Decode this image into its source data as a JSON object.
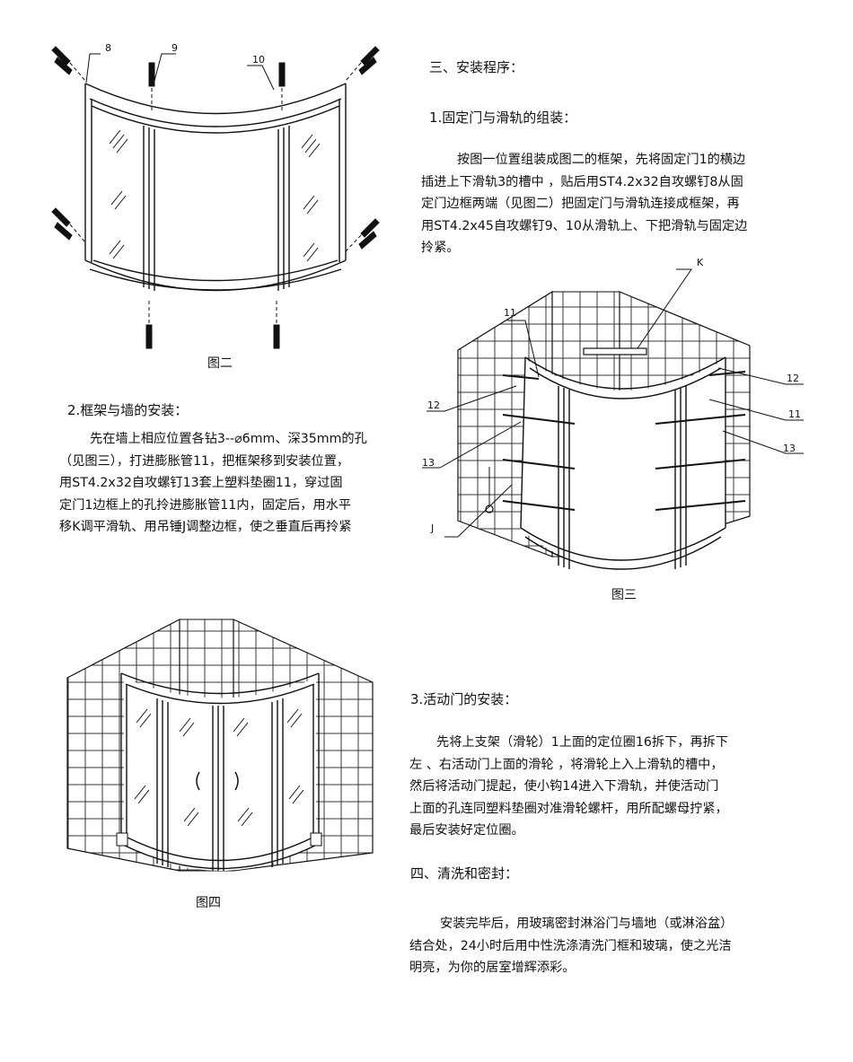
{
  "sections": {
    "install_title": "三、安装程序：",
    "step1_title": "1.固定门与滑轨的组装：",
    "step1_lines": [
      "按图一位置组装成图二的框架，先将固定门1的横边",
      "插进上下滑轨3的槽中 ，贴后用ST4.2x32自攻螺钉8从固",
      "定门边框两端（见图二）把固定门与滑轨连接成框架，再",
      "用ST4.2x45自攻螺钉9、10从滑轨上、下把滑轨与固定边",
      "拎紧。"
    ],
    "step2_title": "2.框架与墙的安装：",
    "step2_lines": [
      "先在墙上相应位置各钻3--⌀6mm、深35mm的孔",
      "（见图三），打进膨胀管11，把框架移到安装位置，",
      "用ST4.2x32自攻螺钉13套上塑料垫圈11，穿过固",
      "定门1边框上的孔拎进膨胀管11内，固定后，用水平",
      "移K调平滑轨、用吊锤J调整边框，使之垂直后再拎紧"
    ],
    "step3_title": "3.活动门的安装：",
    "step3_lines": [
      "先将上支架（滑轮）1上面的定位圈16拆下，再拆下",
      "左 、右活动门上面的滑轮 ，将滑轮上入上滑轨的槽中，",
      "然后将活动门提起，使小钩14进入下滑轨，并使活动门",
      "上面的孔连同塑料垫圈对准滑轮螺杆，用所配螺母拧紧，",
      "最后安装好定位圈。"
    ],
    "clean_title": "四、清洗和密封：",
    "clean_lines": [
      "安装完毕后，用玻璃密封淋浴门与墙地（或淋浴盆）",
      "结合处，24小时后用中性洗涤清洗门框和玻璃，使之光洁",
      "明亮，为你的居室增辉添彩。"
    ]
  },
  "figures": {
    "fig2": {
      "caption": "图二",
      "labels": [
        "8",
        "9",
        "10"
      ]
    },
    "fig3": {
      "caption": "图三",
      "labels": [
        "K",
        "11",
        "12",
        "11",
        "13",
        "12",
        "13",
        "J"
      ]
    },
    "fig4": {
      "caption": "图四"
    }
  }
}
